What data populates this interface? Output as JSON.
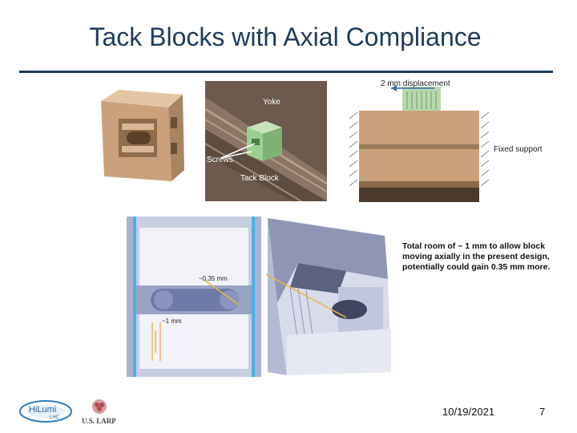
{
  "slide": {
    "title": "Tack Blocks with Axial Compliance",
    "note": "Total room of ~ 1 mm to allow block moving axially in the present design, potentially could gain 0.35 mm more.",
    "date": "10/19/2021",
    "page_number": "7"
  },
  "figure_cad": {
    "label_yoke": "Yoke",
    "label_screws": "Screws",
    "label_tack_block": "Tack Block"
  },
  "figure_fea": {
    "label_displacement": "2 mm displacement",
    "label_fixed_support": "Fixed support"
  },
  "figure_section": {
    "label_gap_small": "~0.35 mm",
    "label_gap_large": "~1 mm"
  },
  "logos": {
    "hilumi_text": "HiLumi",
    "hilumi_sub": "LHC",
    "larp_text": "U.S. LARP"
  },
  "colors": {
    "title": "#1f3b5a",
    "rule": "#1f3b5a",
    "block_tan": "#c9a27c",
    "block_green": "#9ccf92",
    "arrow_orange": "#e8b84a"
  }
}
